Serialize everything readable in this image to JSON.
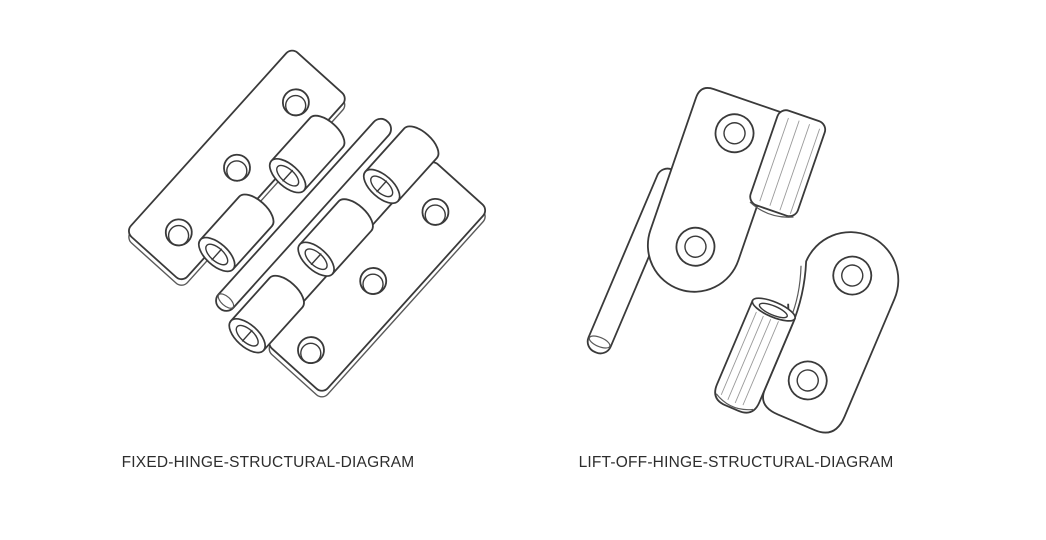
{
  "page": {
    "background": "#ffffff",
    "line_color": "#3a3a3a",
    "edge_color": "#5a5a5a",
    "shading_color": "#9a9a9a",
    "text_color": "#2d2d2d"
  },
  "figures": [
    {
      "id": "fixed-hinge",
      "caption": "FIXED-HINGE-STRUCTURAL-DIAGRAM"
    },
    {
      "id": "lift-off-hinge",
      "caption": "LIFT-OFF-HINGE-STRUCTURAL-DIAGRAM"
    }
  ]
}
